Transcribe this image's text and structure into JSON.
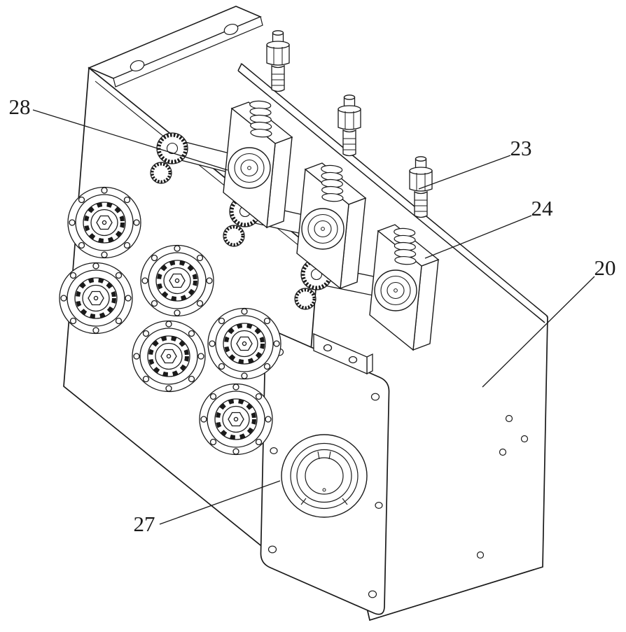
{
  "figure": {
    "background_color": "#ffffff",
    "line_color": "#1a1a1a",
    "labels": {
      "l20": "20",
      "l23": "23",
      "l24": "24",
      "l27": "27",
      "l28": "28"
    }
  }
}
